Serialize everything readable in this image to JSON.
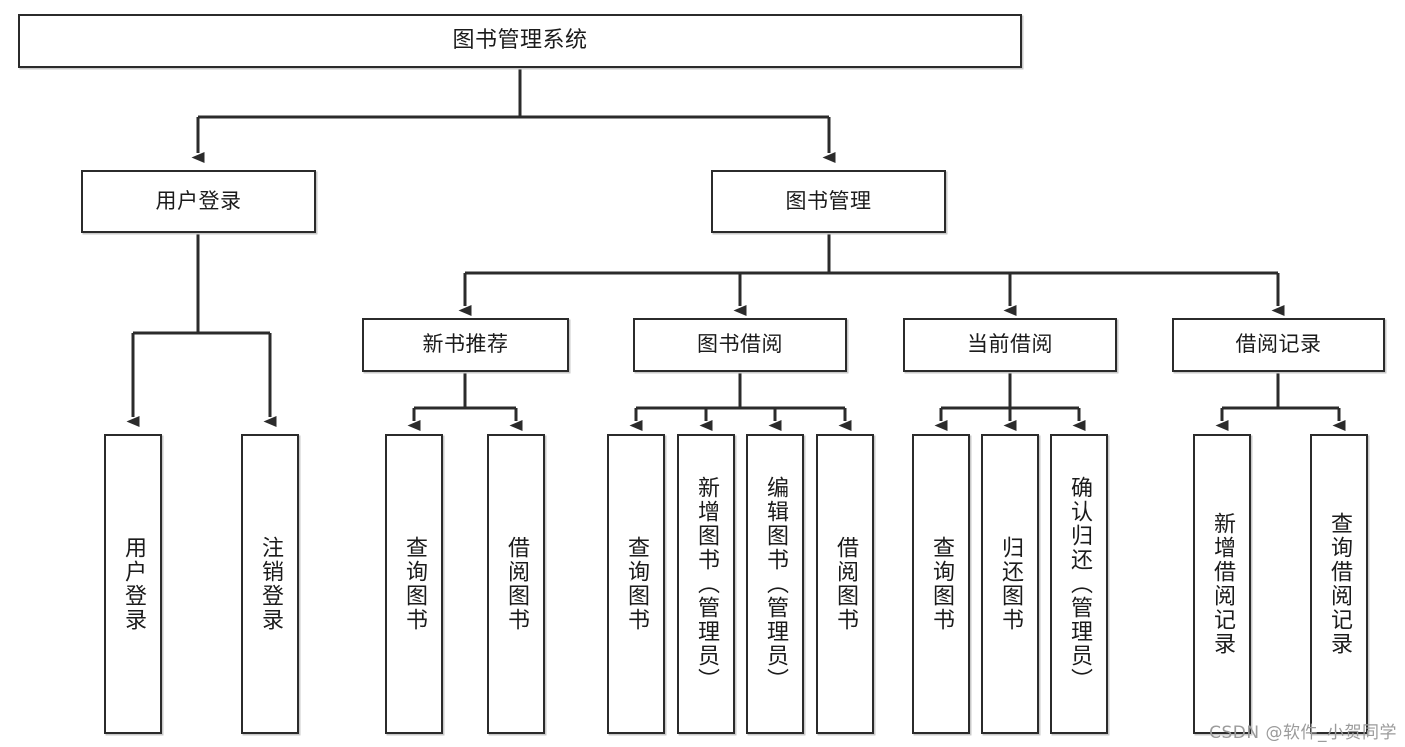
{
  "diagram": {
    "title": "图书管理系统",
    "type": "tree",
    "watermark": "CSDN @软件_小贺同学",
    "colors": {
      "box_border": "#2b2b2b",
      "box_fill": "#ffffff",
      "connector": "#2b2b2b",
      "text": "#1b1b1b",
      "watermark": "#9b9b9b",
      "background": "#ffffff"
    },
    "levels": {
      "root": "图书管理系统",
      "level2": [
        "用户登录",
        "图书管理"
      ],
      "level3": [
        "新书推荐",
        "图书借阅",
        "当前借阅",
        "借阅记录"
      ]
    },
    "nodes": {
      "root": {
        "label": "图书管理系统"
      },
      "user_login": {
        "label": "用户登录"
      },
      "book_manage": {
        "label": "图书管理"
      },
      "new_book_rec": {
        "label": "新书推荐"
      },
      "book_borrow": {
        "label": "图书借阅"
      },
      "current_borrow": {
        "label": "当前借阅"
      },
      "borrow_record": {
        "label": "借阅记录"
      }
    },
    "leaves": {
      "user_login": [
        {
          "label": "用户登录"
        },
        {
          "label": "注销登录"
        }
      ],
      "new_book_rec": [
        {
          "label": "查询图书"
        },
        {
          "label": "借阅图书"
        }
      ],
      "book_borrow": [
        {
          "label": "查询图书"
        },
        {
          "label": "新增图书（管理员）"
        },
        {
          "label": "编辑图书（管理员）"
        },
        {
          "label": "借阅图书"
        }
      ],
      "current_borrow": [
        {
          "label": "查询图书"
        },
        {
          "label": "归还图书"
        },
        {
          "label": "确认归还（管理员）"
        }
      ],
      "borrow_record": [
        {
          "label": "新增借阅记录"
        },
        {
          "label": "查询借阅记录"
        }
      ]
    }
  }
}
